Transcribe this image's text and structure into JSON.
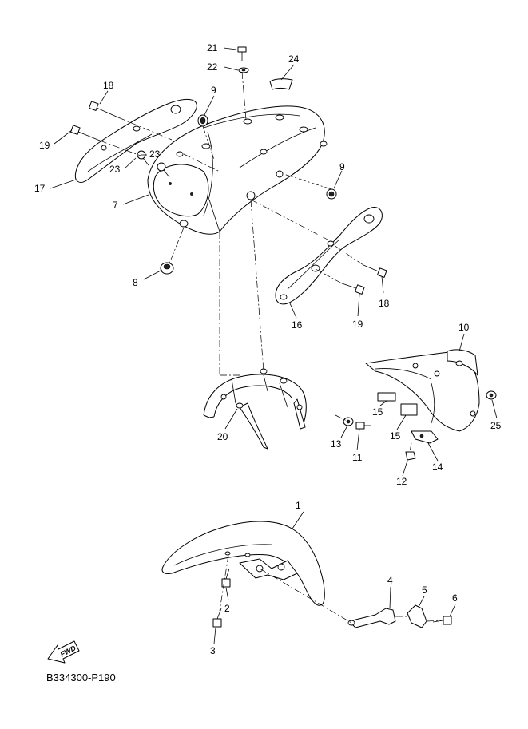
{
  "diagram": {
    "code": "B334300-P190",
    "direction_marker": "FWD",
    "callouts": [
      {
        "id": "c1",
        "text": "1"
      },
      {
        "id": "c2",
        "text": "2"
      },
      {
        "id": "c3",
        "text": "3"
      },
      {
        "id": "c4",
        "text": "4"
      },
      {
        "id": "c5",
        "text": "5"
      },
      {
        "id": "c6",
        "text": "6"
      },
      {
        "id": "c7",
        "text": "7"
      },
      {
        "id": "c8",
        "text": "8"
      },
      {
        "id": "c9a",
        "text": "9"
      },
      {
        "id": "c9b",
        "text": "9"
      },
      {
        "id": "c10",
        "text": "10"
      },
      {
        "id": "c11",
        "text": "11"
      },
      {
        "id": "c12",
        "text": "12"
      },
      {
        "id": "c13",
        "text": "13"
      },
      {
        "id": "c14",
        "text": "14"
      },
      {
        "id": "c15a",
        "text": "15"
      },
      {
        "id": "c15b",
        "text": "15"
      },
      {
        "id": "c16",
        "text": "16"
      },
      {
        "id": "c17",
        "text": "17"
      },
      {
        "id": "c18a",
        "text": "18"
      },
      {
        "id": "c18b",
        "text": "18"
      },
      {
        "id": "c19a",
        "text": "19"
      },
      {
        "id": "c19b",
        "text": "19"
      },
      {
        "id": "c20",
        "text": "20"
      },
      {
        "id": "c21",
        "text": "21"
      },
      {
        "id": "c22",
        "text": "22"
      },
      {
        "id": "c23a",
        "text": "23"
      },
      {
        "id": "c23b",
        "text": "23"
      },
      {
        "id": "c24",
        "text": "24"
      },
      {
        "id": "c25",
        "text": "25"
      }
    ]
  }
}
